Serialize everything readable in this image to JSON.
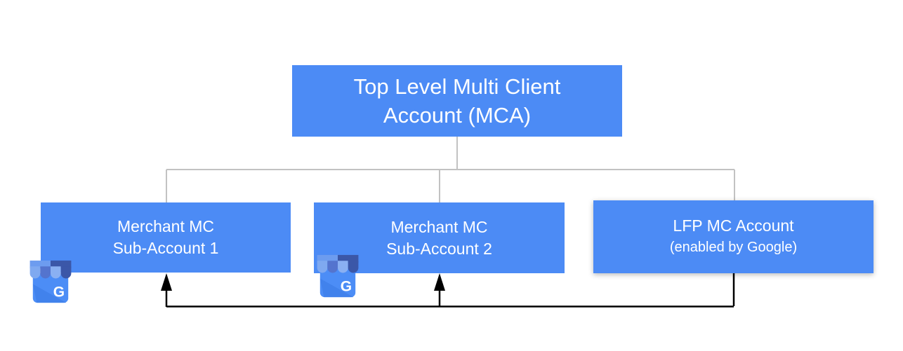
{
  "diagram": {
    "root": {
      "line1": "Top Level Multi Client",
      "line2": "Account (MCA)"
    },
    "children": [
      {
        "line1": "Merchant MC",
        "line2": "Sub-Account 1",
        "icon": "google-my-business"
      },
      {
        "line1": "Merchant MC",
        "line2": "Sub-Account 2",
        "icon": "google-my-business"
      },
      {
        "line1": "LFP MC Account",
        "line2": "(enabled by Google)"
      }
    ],
    "colors": {
      "box_fill": "#4C8BF5",
      "box_text": "#FFFFFF",
      "tree_line": "#C2C2C2",
      "feedback_line": "#000000"
    }
  },
  "icons": {
    "gmb_g_letter": "G"
  }
}
